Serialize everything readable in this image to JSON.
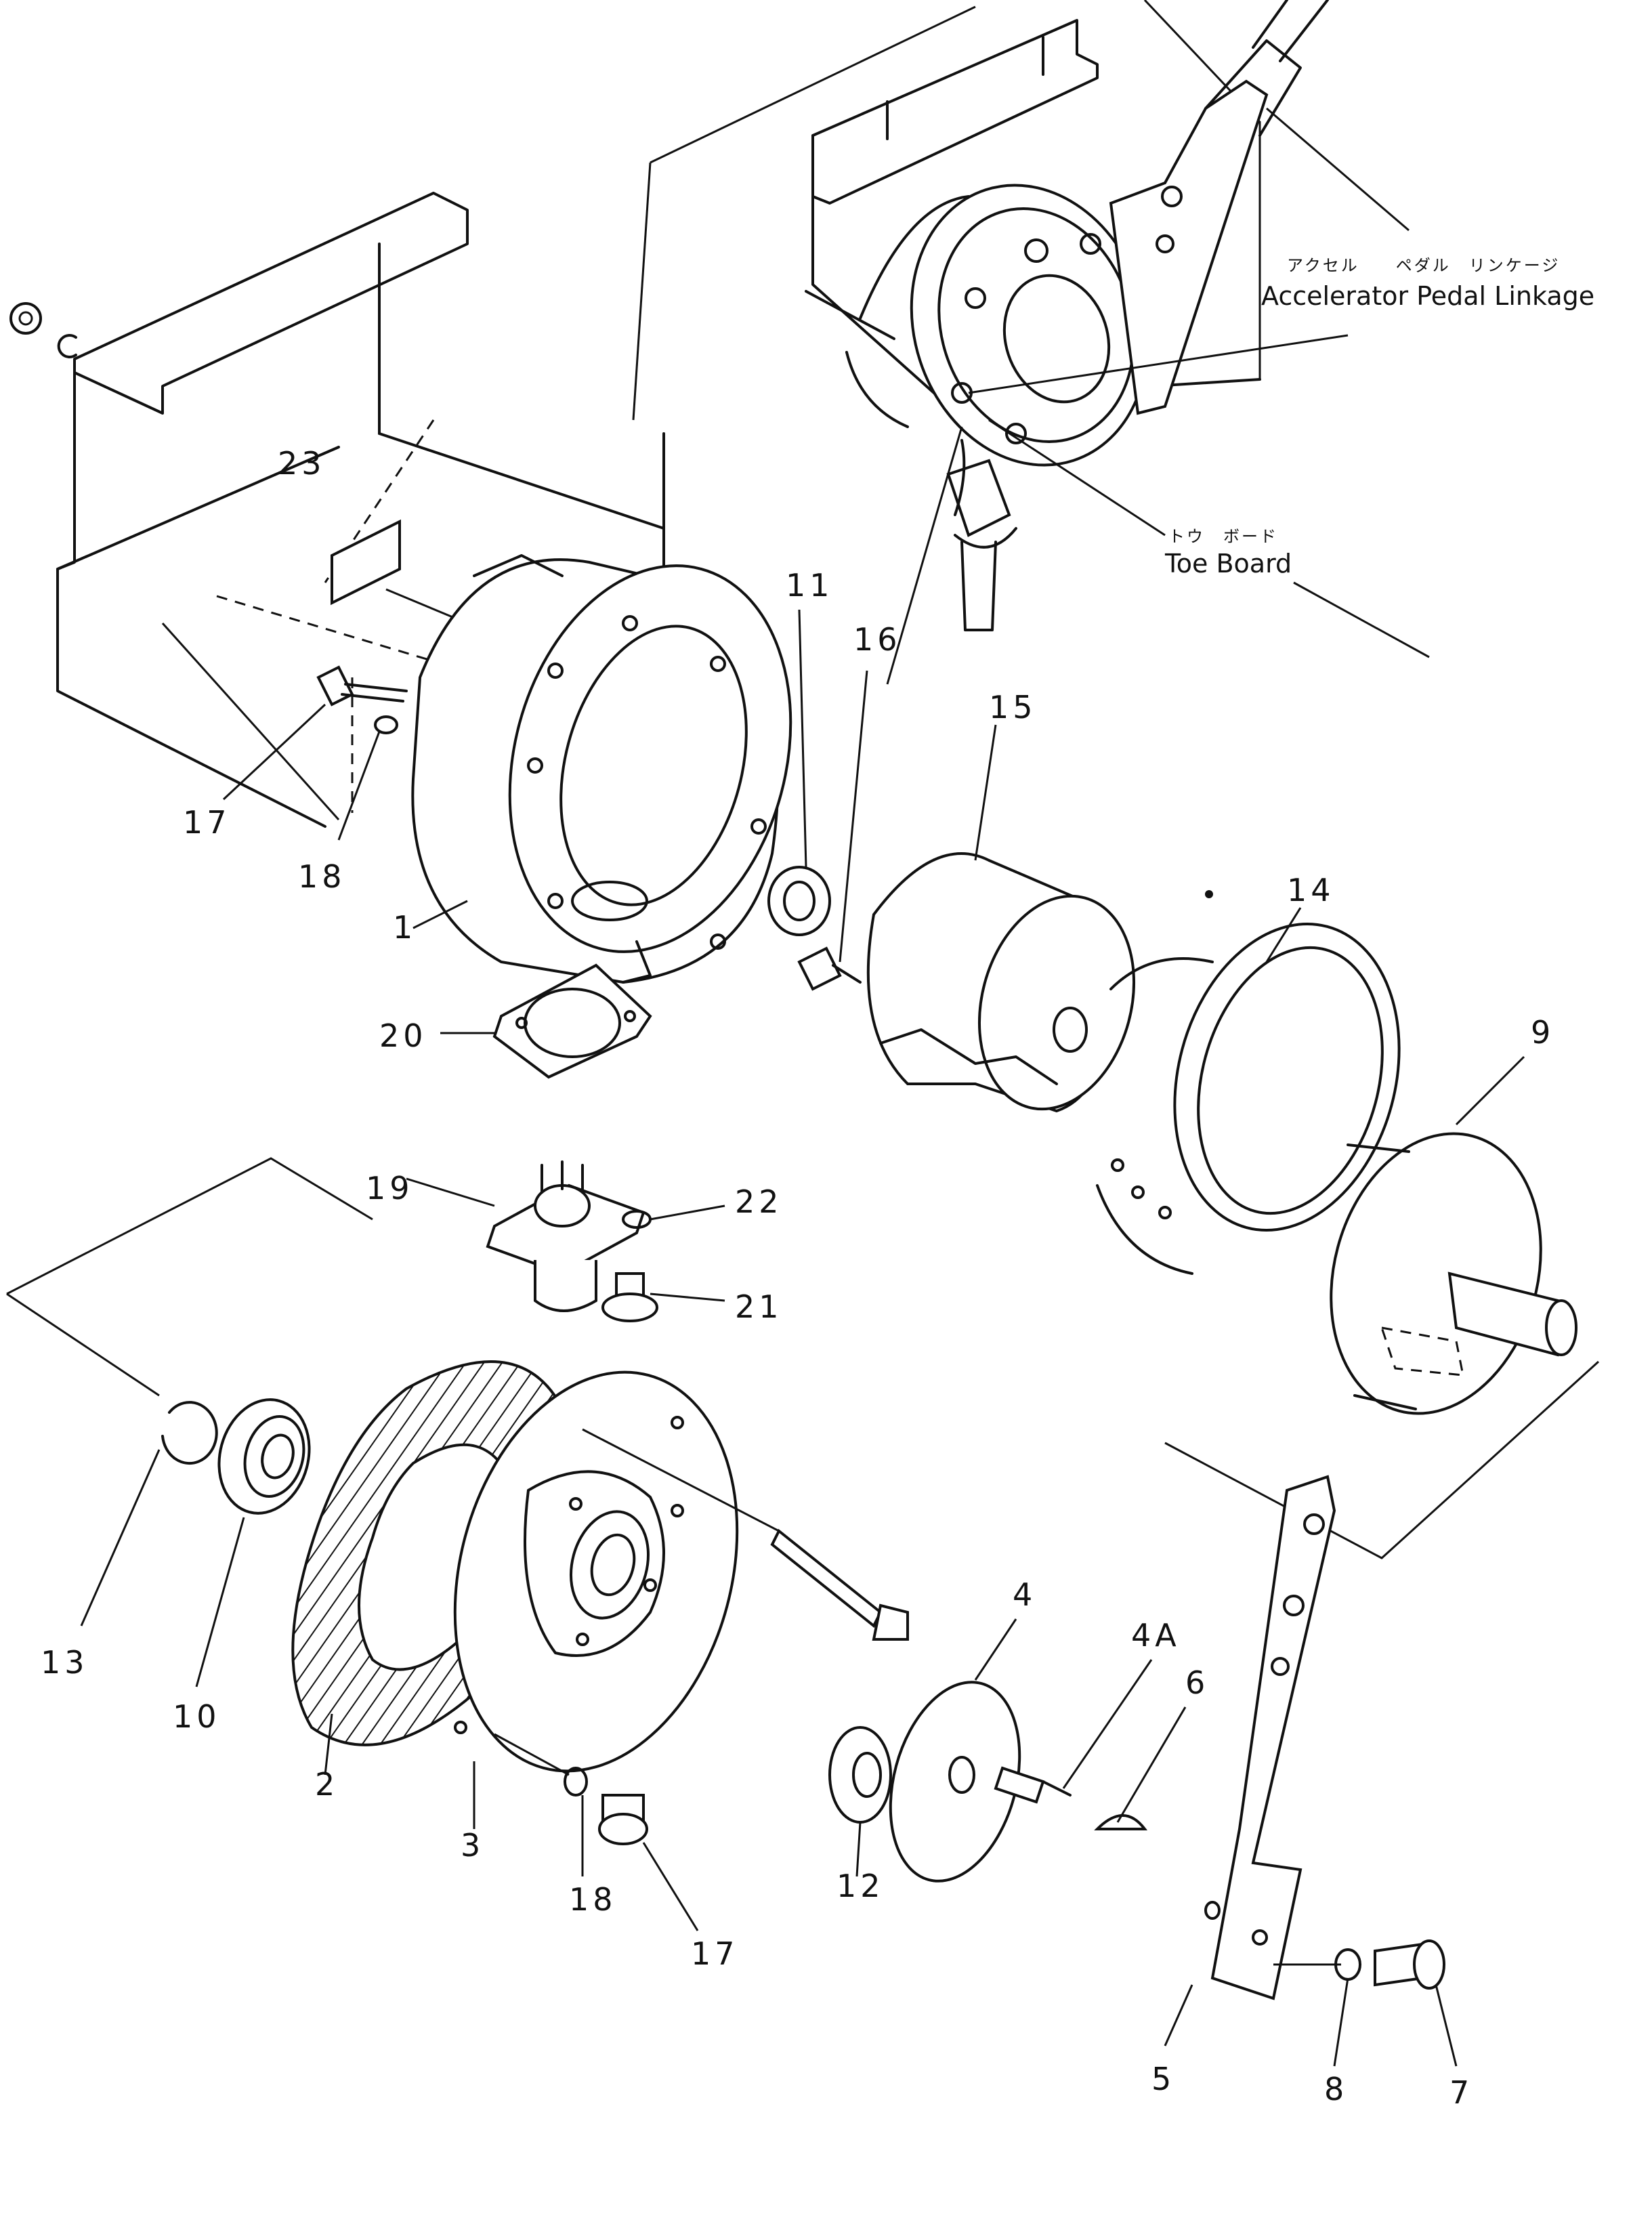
{
  "labels": {
    "accel_jp": "アクセル　　ペダル　リンケージ",
    "accel_en": "Accelerator Pedal Linkage",
    "toe_jp": "トウ　ボード",
    "toe_en": "Toe Board"
  },
  "callouts": {
    "c1": "1",
    "c2": "2",
    "c3": "3",
    "c4": "4",
    "c4a": "4A",
    "c5": "5",
    "c6": "6",
    "c7": "7",
    "c8": "8",
    "c9": "9",
    "c10": "10",
    "c11": "11",
    "c12": "12",
    "c13": "13",
    "c14": "14",
    "c15": "15",
    "c16": "16",
    "c17a": "17",
    "c17b": "17",
    "c18a": "18",
    "c18b": "18",
    "c19": "19",
    "c20": "20",
    "c21": "21",
    "c22": "22",
    "c23": "23"
  }
}
